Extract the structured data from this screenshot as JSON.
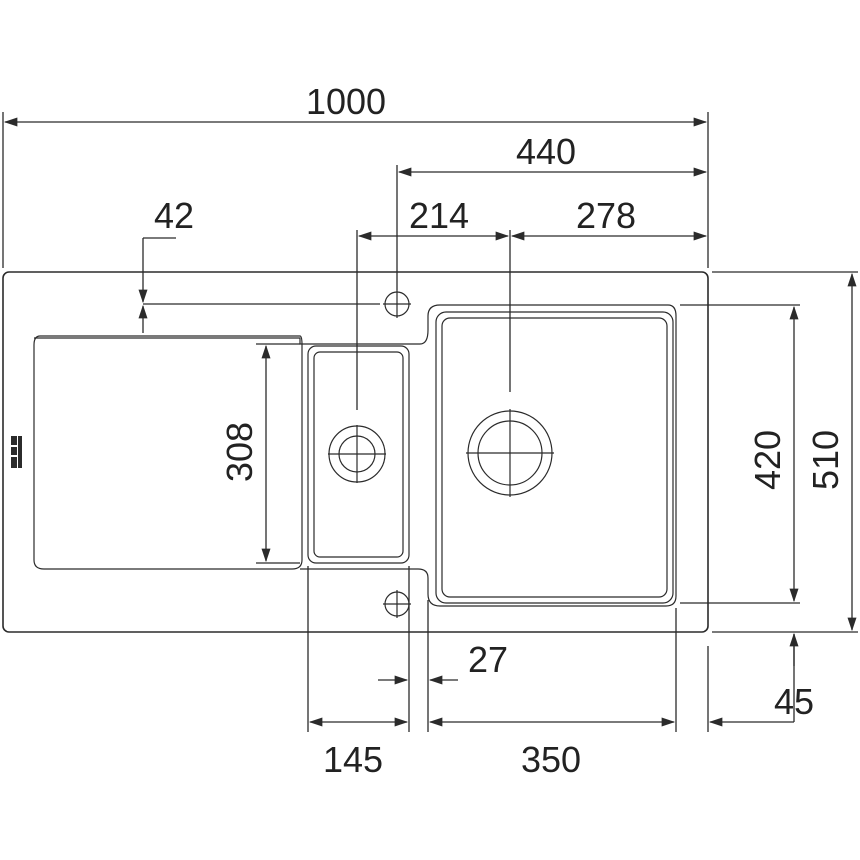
{
  "colors": {
    "stroke": "#2b2b2b",
    "background": "#ffffff"
  },
  "dimensions": {
    "overall_width": "1000",
    "bowl_area_width": "440",
    "offset_42": "42",
    "small_bowl_to_drain": "214",
    "drain_to_edge": "278",
    "small_bowl_height": "308",
    "large_bowl_height": "420",
    "overall_depth": "510",
    "divider_27": "27",
    "edge_45": "45",
    "small_bowl_width": "145",
    "large_bowl_width": "350"
  }
}
